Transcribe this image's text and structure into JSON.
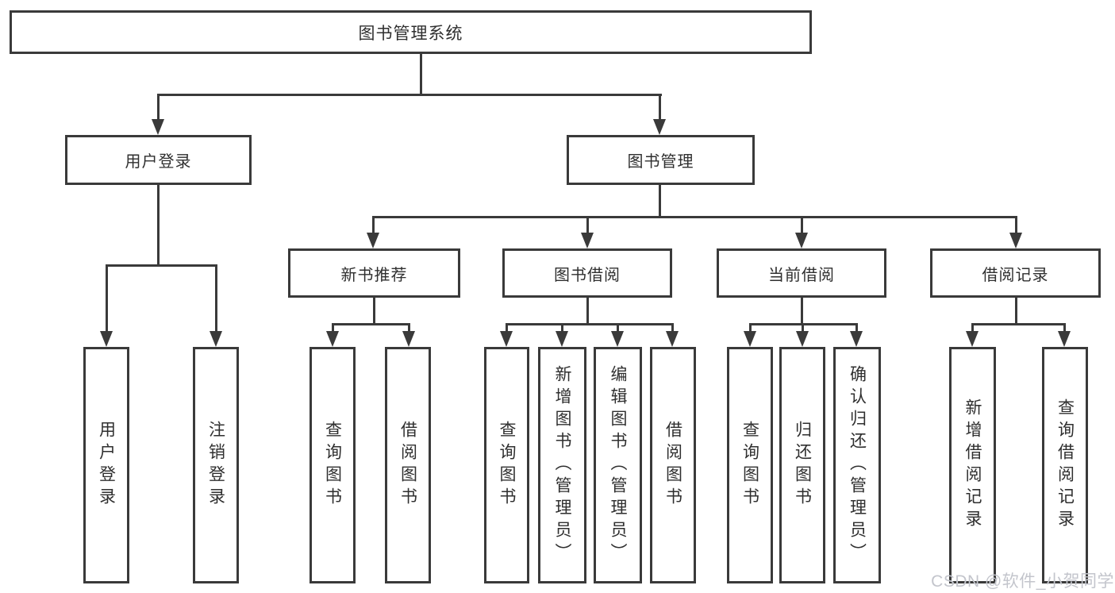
{
  "tree": {
    "root": {
      "label": "图书管理系统"
    },
    "branches": [
      {
        "label": "用户登录",
        "children": [
          {
            "label": "用户登录"
          },
          {
            "label": "注销登录"
          }
        ]
      },
      {
        "label": "图书管理",
        "children": [
          {
            "label": "新书推荐",
            "children": [
              {
                "label": "查询图书"
              },
              {
                "label": "借阅图书"
              }
            ]
          },
          {
            "label": "图书借阅",
            "children": [
              {
                "label": "查询图书"
              },
              {
                "label": "新增图书（管理员）"
              },
              {
                "label": "编辑图书（管理员）"
              },
              {
                "label": "借阅图书"
              }
            ]
          },
          {
            "label": "当前借阅",
            "children": [
              {
                "label": "查询图书"
              },
              {
                "label": "归还图书"
              },
              {
                "label": "确认归还（管理员）"
              }
            ]
          },
          {
            "label": "借阅记录",
            "children": [
              {
                "label": "新增借阅记录"
              },
              {
                "label": "查询借阅记录"
              }
            ]
          }
        ]
      }
    ]
  },
  "watermark": {
    "text": "CSDN @软件_小贺同学"
  },
  "colors": {
    "line": "#3a3a3a",
    "text": "#2f2f2f",
    "watermark": "#c3c5cc",
    "background": "#ffffff"
  }
}
